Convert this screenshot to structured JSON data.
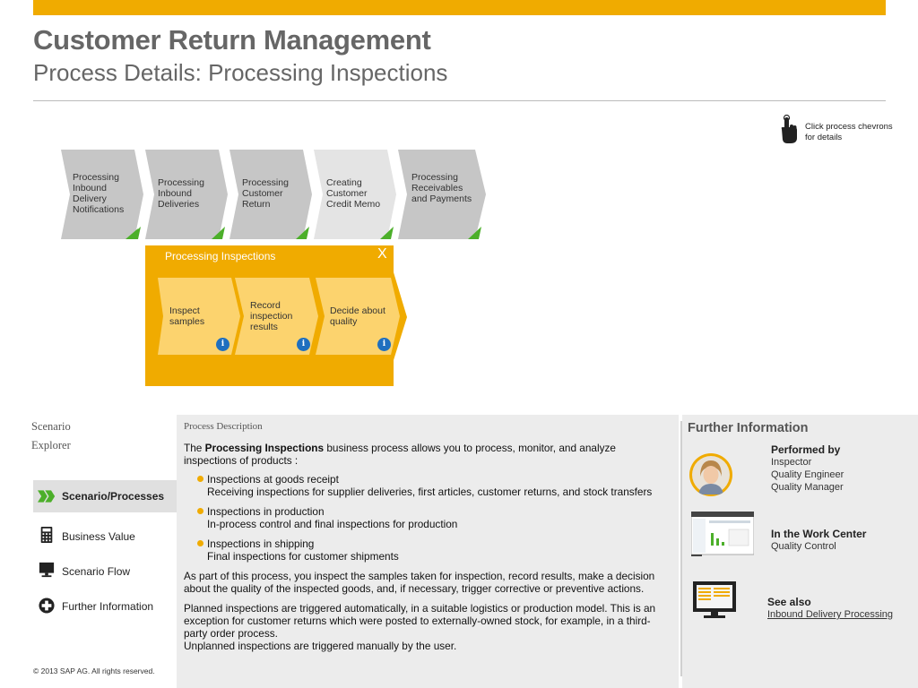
{
  "header": {
    "title": "Customer Return Management",
    "subtitle": "Process Details: Processing Inspections"
  },
  "hint": {
    "text": "Click process chevrons for details",
    "icon": "pointer-hand-icon"
  },
  "process_chevrons": [
    {
      "label": "Processing Inbound Delivery Notifications",
      "state": "available"
    },
    {
      "label": "Processing Inbound Deliveries",
      "state": "available"
    },
    {
      "label": "Processing Customer Return",
      "state": "available"
    },
    {
      "label": "Creating Customer Credit Memo",
      "state": "inactive"
    },
    {
      "label": "Processing Receivables and Payments",
      "state": "available"
    }
  ],
  "subprocess": {
    "title": "Processing Inspections",
    "close_label": "X",
    "info_label": "i",
    "steps": [
      {
        "label": "Inspect samples"
      },
      {
        "label": "Record inspection results"
      },
      {
        "label": "Decide about quality"
      }
    ]
  },
  "explorer": {
    "title_line1": "Scenario",
    "title_line2": "Explorer",
    "items": [
      {
        "label": "Scenario/Processes",
        "icon": "chevrons-icon",
        "active": true
      },
      {
        "label": "Business Value",
        "icon": "calculator-icon",
        "active": false
      },
      {
        "label": "Scenario Flow",
        "icon": "monitor-icon",
        "active": false
      },
      {
        "label": "Further Information",
        "icon": "plus-circle-icon",
        "active": false
      }
    ],
    "copyright": "©  2013 SAP AG. All rights reserved."
  },
  "description": {
    "heading": "Process Description",
    "intro_pre": "The ",
    "intro_bold": "Processing Inspections",
    "intro_post": " business process allows you to process, monitor, and analyze inspections of products :",
    "bullets": [
      {
        "title": "Inspections at goods receipt",
        "text": "Receiving inspections for supplier deliveries, first articles, customer returns, and stock transfers"
      },
      {
        "title": "Inspections in production",
        "text": "In-process control and final inspections for production"
      },
      {
        "title": "Inspections in shipping",
        "text": "Final inspections for customer shipments"
      }
    ],
    "para1": "As part of this process, you inspect the samples taken for inspection, record results, make a decision about the quality of the inspected goods, and, if necessary, trigger corrective or preventive actions.",
    "para2": "Planned  inspections are triggered automatically, in a  suitable logistics or production model. This is an exception for customer returns which were posted to externally-owned stock, for example, in a third-party order process.",
    "para3": "Unplanned inspections are triggered manually by the user."
  },
  "further": {
    "title": "Further Information",
    "performed_by_heading": "Performed by",
    "roles": [
      "Inspector",
      "Quality Engineer",
      "Quality Manager"
    ],
    "work_center_heading": "In the Work Center",
    "work_center": "Quality Control",
    "see_also_heading": "See also",
    "see_also_link": "Inbound Delivery Processing"
  },
  "colors": {
    "accent": "#f0ab00",
    "chevron_gray": "#c6c6c6",
    "chevron_inactive": "#e4e4e4",
    "check_green": "#4caf2a",
    "info_blue": "#1f6fbf"
  }
}
